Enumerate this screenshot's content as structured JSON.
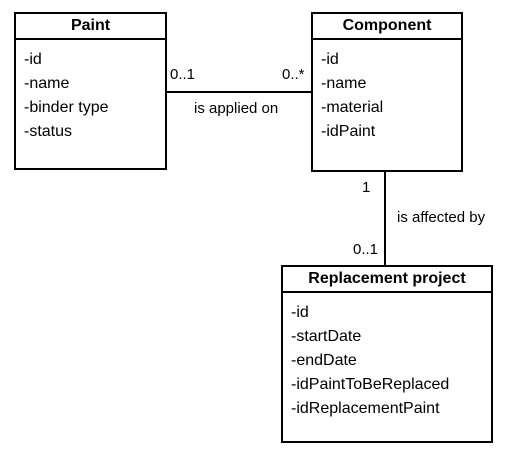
{
  "classes": {
    "paint": {
      "name": "Paint",
      "attributes": [
        "-id",
        "-name",
        "-binder type",
        "-status"
      ]
    },
    "component": {
      "name": "Component",
      "attributes": [
        "-id",
        "-name",
        "-material",
        "-idPaint"
      ]
    },
    "replacement_project": {
      "name": "Replacement project",
      "attributes": [
        "-id",
        "-startDate",
        "-endDate",
        "-idPaintToBeReplaced",
        "-idReplacementPaint"
      ]
    }
  },
  "associations": {
    "applied": {
      "label": "is applied on",
      "paint_multiplicity": "0..1",
      "component_multiplicity": "0..*"
    },
    "affected": {
      "label": "is affected by",
      "component_multiplicity": "1",
      "project_multiplicity": "0..1"
    }
  }
}
